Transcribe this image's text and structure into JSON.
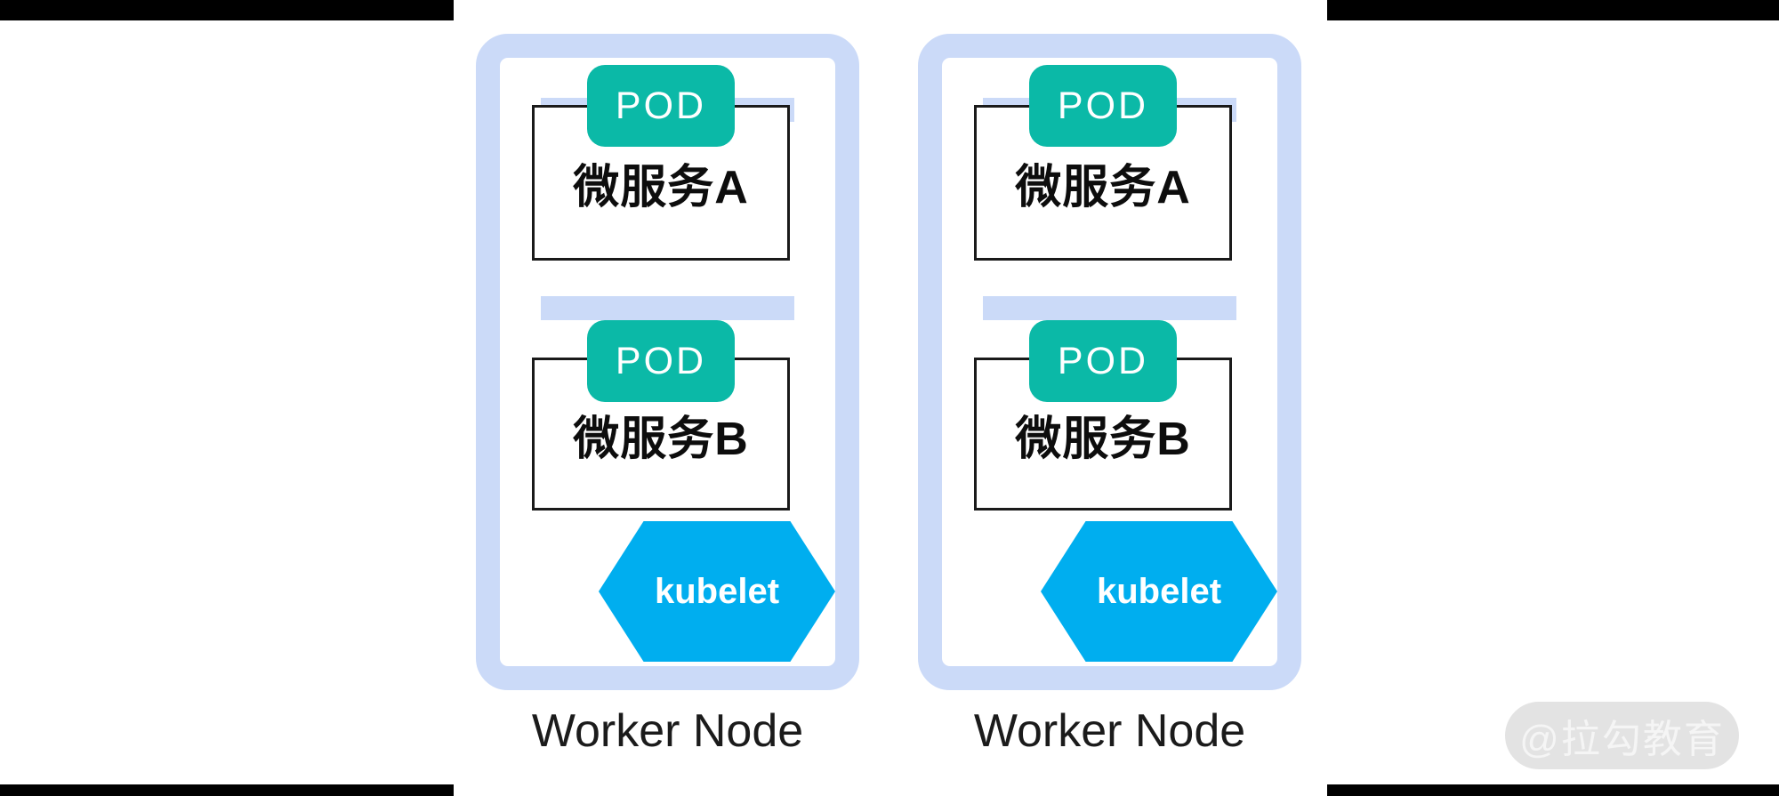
{
  "colors": {
    "letterbox": "#000000",
    "canvas_bg": "#ffffff",
    "node_border": "#cbdaf8",
    "slot_bar": "#cbdaf8",
    "pod_badge_bg": "#0bb9a7",
    "pod_badge_text": "#ffffff",
    "service_box_border": "#1a1a1a",
    "service_text": "#0d0d0d",
    "kubelet_hex_bg": "#00aeef",
    "kubelet_text": "#ffffff",
    "node_label_text": "#1b1b1b",
    "watermark_bg": "#e3e3e3",
    "watermark_text": "#f5f5f5"
  },
  "diagram": {
    "nodes": [
      {
        "label": "Worker Node",
        "agent": "kubelet",
        "pods": [
          {
            "badge": "POD",
            "service": "微服务A"
          },
          {
            "badge": "POD",
            "service": "微服务B"
          }
        ]
      },
      {
        "label": "Worker Node",
        "agent": "kubelet",
        "pods": [
          {
            "badge": "POD",
            "service": "微服务A"
          },
          {
            "badge": "POD",
            "service": "微服务B"
          }
        ]
      }
    ]
  },
  "watermark": {
    "text": "@拉勾教育"
  }
}
